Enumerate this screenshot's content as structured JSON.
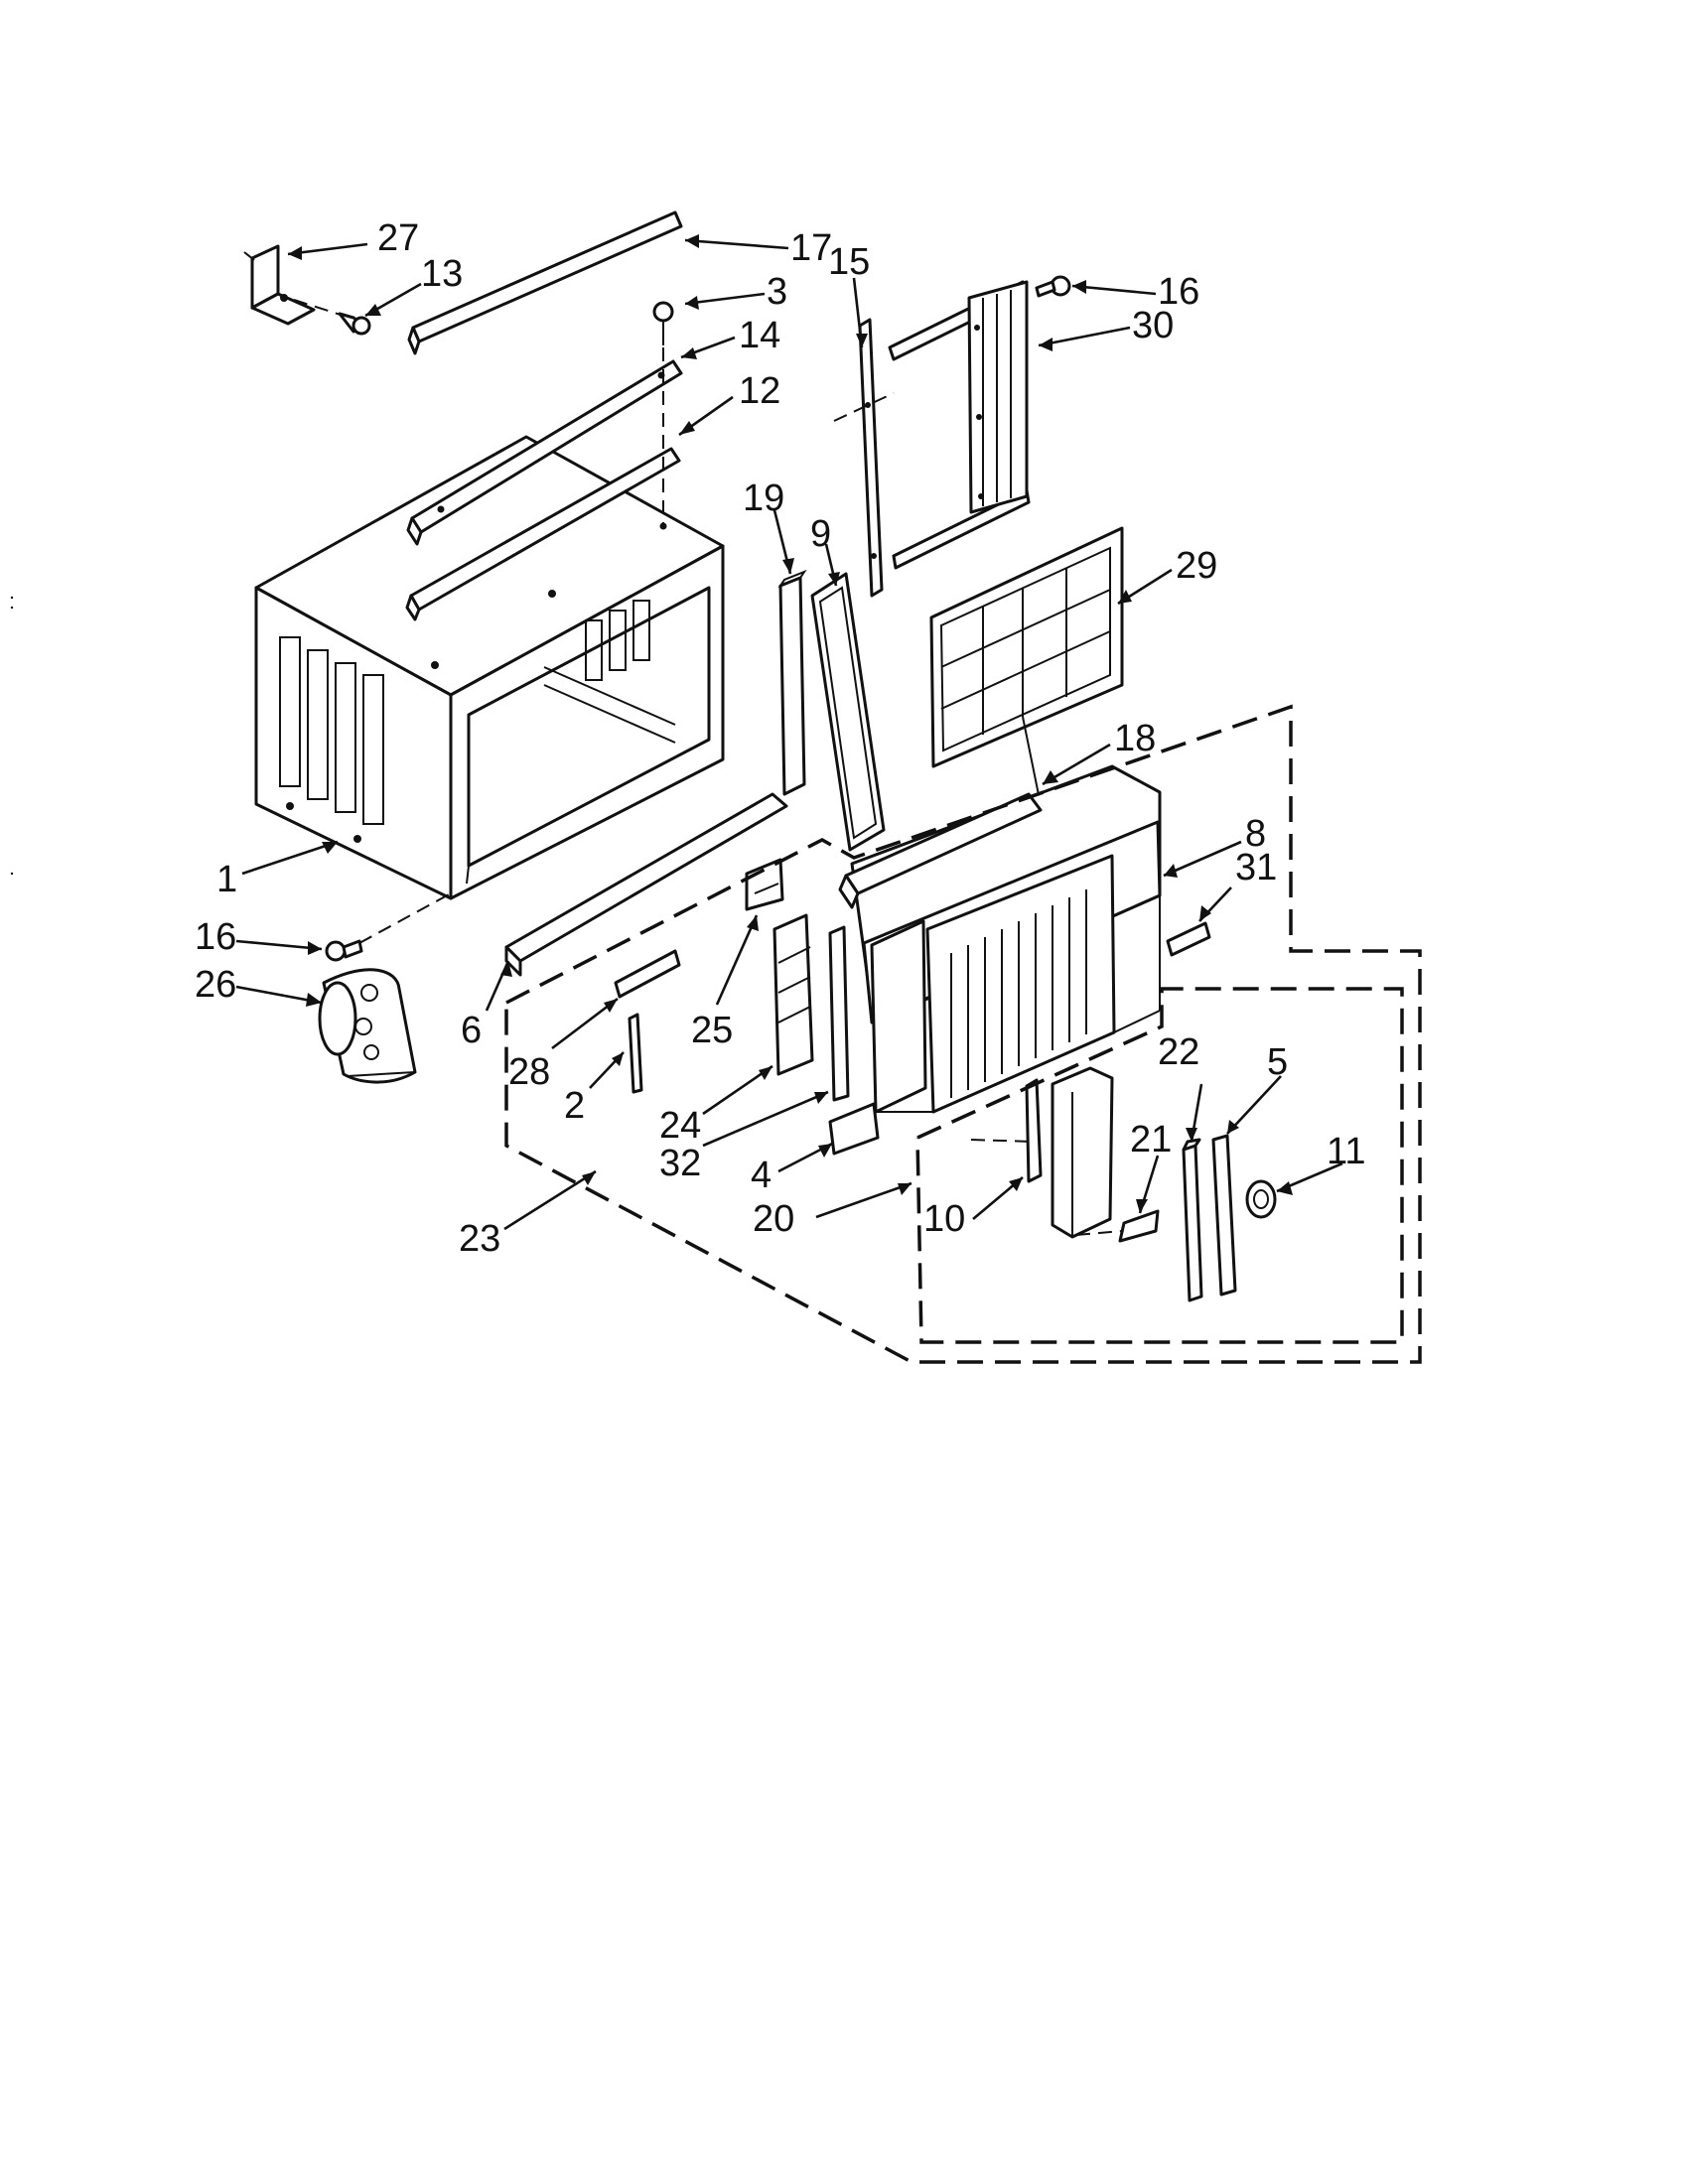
{
  "colors": {
    "ink": "#111111",
    "paper": "#ffffff"
  },
  "labels": [
    {
      "id": "p27",
      "text": "27"
    },
    {
      "id": "p13",
      "text": "13"
    },
    {
      "id": "p17",
      "text": "17"
    },
    {
      "id": "p3",
      "text": "3"
    },
    {
      "id": "p14",
      "text": "14"
    },
    {
      "id": "p12",
      "text": "12"
    },
    {
      "id": "p15",
      "text": "15"
    },
    {
      "id": "p16a",
      "text": "16"
    },
    {
      "id": "p30",
      "text": "30"
    },
    {
      "id": "p19",
      "text": "19"
    },
    {
      "id": "p9",
      "text": "9"
    },
    {
      "id": "p29",
      "text": "29"
    },
    {
      "id": "p18",
      "text": "18"
    },
    {
      "id": "p8",
      "text": "8"
    },
    {
      "id": "p31",
      "text": "31"
    },
    {
      "id": "p1",
      "text": "1"
    },
    {
      "id": "p16b",
      "text": "16"
    },
    {
      "id": "p26",
      "text": "26"
    },
    {
      "id": "p6",
      "text": "6"
    },
    {
      "id": "p25",
      "text": "25"
    },
    {
      "id": "p28",
      "text": "28"
    },
    {
      "id": "p2",
      "text": "2"
    },
    {
      "id": "p24",
      "text": "24"
    },
    {
      "id": "p32",
      "text": "32"
    },
    {
      "id": "p4",
      "text": "4"
    },
    {
      "id": "p20",
      "text": "20"
    },
    {
      "id": "p23",
      "text": "23"
    },
    {
      "id": "p10",
      "text": "10"
    },
    {
      "id": "p21",
      "text": "21"
    },
    {
      "id": "p22",
      "text": "22"
    },
    {
      "id": "p5",
      "text": "5"
    },
    {
      "id": "p11",
      "text": "11"
    }
  ]
}
